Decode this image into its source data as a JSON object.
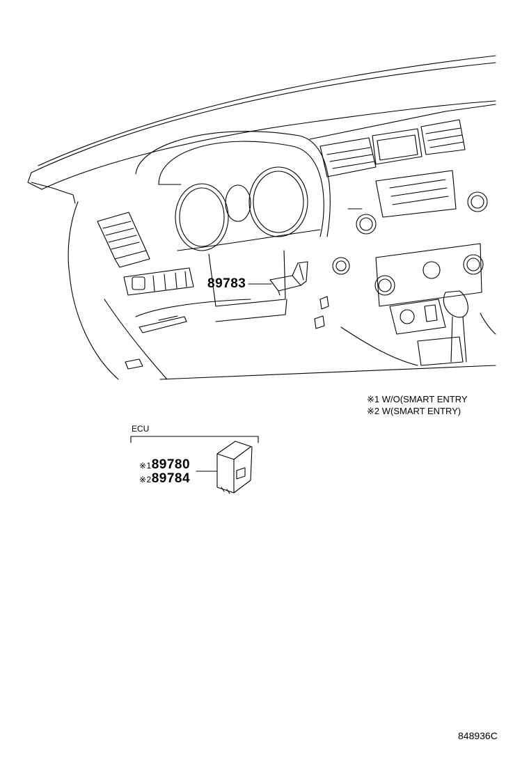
{
  "notes": [
    {
      "mark": "※1",
      "text": " W/O(SMART ENTRY"
    },
    {
      "mark": "※2",
      "text": " W(SMART ENTRY)"
    }
  ],
  "parts": {
    "sensor": {
      "number": "89783"
    },
    "ecu_group_label": "ECU",
    "ecu_a": {
      "mark": "※1",
      "number": "89780"
    },
    "ecu_b": {
      "mark": "※2",
      "number": "89784"
    }
  },
  "figure_id": "848936C"
}
